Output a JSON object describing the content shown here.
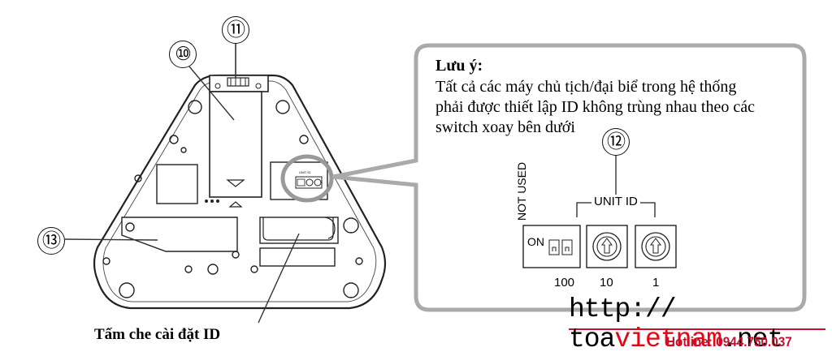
{
  "callouts": {
    "n10": "⑩",
    "n11": "⑪",
    "n12": "⑫",
    "n13": "⑬"
  },
  "note": {
    "title": "Lưu ý:",
    "lines": [
      "Tất cả các máy chủ tịch/đại biể trong hệ thống",
      "phải được thiết lập ID không trùng nhau theo các",
      "switch xoay bên dưới"
    ]
  },
  "switch_panel": {
    "not_used": "NOT USED",
    "unit_id": "UNIT ID",
    "on": "ON",
    "digits": [
      "100",
      "10",
      "1"
    ]
  },
  "caption": "Tấm che cài đặt ID",
  "brand": {
    "url_prefix": "http://",
    "url_mid": "toa",
    "url_highlight": "vietnam",
    "url_suffix": ".net",
    "highlight_color": "#e30613",
    "hotline_label": "Hotline:",
    "hotline_number": "0944.750.037"
  }
}
